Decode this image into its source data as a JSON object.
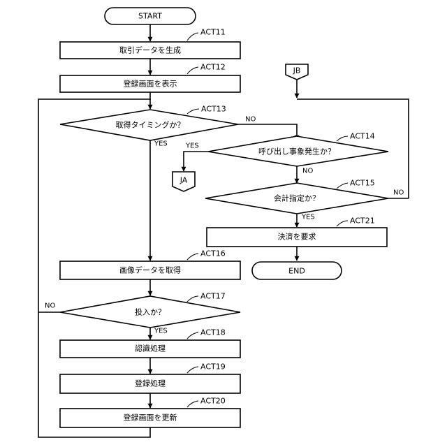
{
  "flowchart": {
    "start": "START",
    "end": "END",
    "act11": {
      "step": "ACT11",
      "text": "取引データを生成"
    },
    "act12": {
      "step": "ACT12",
      "text": "登録画面を表示"
    },
    "act13": {
      "step": "ACT13",
      "text": "取得タイミングか？"
    },
    "act14": {
      "step": "ACT14",
      "text": "呼び出し事象発生か？"
    },
    "act15": {
      "step": "ACT15",
      "text": "会計指定か？"
    },
    "act16": {
      "step": "ACT16",
      "text": "画像データを取得"
    },
    "act17": {
      "step": "ACT17",
      "text": "投入か？"
    },
    "act18": {
      "step": "ACT18",
      "text": "認識処理"
    },
    "act19": {
      "step": "ACT19",
      "text": "登録処理"
    },
    "act20": {
      "step": "ACT20",
      "text": "登録画面を更新"
    },
    "act21": {
      "step": "ACT21",
      "text": "決済を要求"
    },
    "connector_jb": "JB",
    "connector_ja": "JA",
    "labels": {
      "yes": "YES",
      "no": "NO"
    }
  }
}
